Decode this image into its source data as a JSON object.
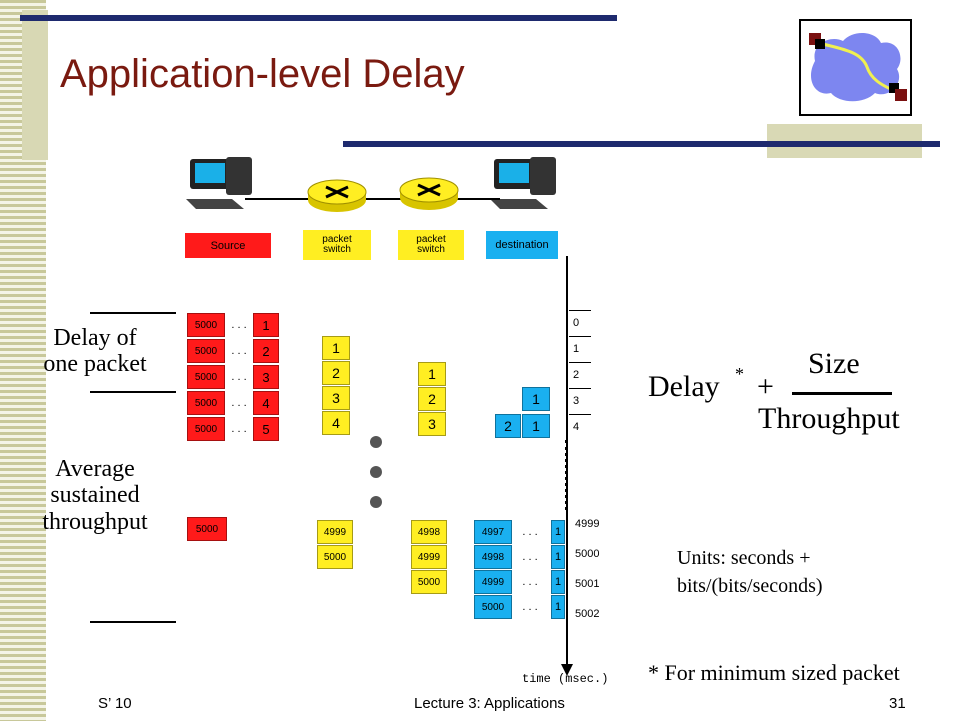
{
  "slide": {
    "title": "Application-level Delay",
    "footer": {
      "left": "S’ 10",
      "center": "Lecture 3: Applications",
      "page": "31"
    }
  },
  "labels": {
    "delay_of_one_packet": [
      "Delay of",
      "one packet"
    ],
    "average_throughput": [
      "Average",
      "sustained",
      "throughput"
    ]
  },
  "formula": {
    "delay": "Delay",
    "star": "*",
    "plus": "+",
    "numerator": "Size",
    "denominator": "Throughput"
  },
  "units_note": [
    "Units: seconds +",
    "bits/(bits/seconds)"
  ],
  "min_packet_note": "* For minimum sized packet",
  "diagram": {
    "nodes": [
      "Source",
      "packet switch",
      "packet switch",
      "destination"
    ],
    "time_axis_label": "time (msec.)",
    "time_ticks_top": [
      "0",
      "1",
      "2",
      "3",
      "4"
    ],
    "time_ticks_bottom": [
      "4999",
      "5000",
      "5001",
      "5002"
    ],
    "source_packets": [
      [
        "5000",
        "1"
      ],
      [
        "5000",
        "2"
      ],
      [
        "5000",
        "3"
      ],
      [
        "5000",
        "4"
      ],
      [
        "5000",
        "5"
      ]
    ],
    "switch1_packets": [
      "1",
      "2",
      "3",
      "4"
    ],
    "switch2_packets": [
      "1",
      "2",
      "3"
    ],
    "dest_packets_top": [
      "1",
      "2",
      "1"
    ],
    "source_late": "5000",
    "switch1_late": [
      "4999",
      "5000"
    ],
    "switch2_late": [
      "4998",
      "4999",
      "5000"
    ],
    "dest_late": [
      [
        "4997",
        "1"
      ],
      [
        "4998",
        "1"
      ],
      [
        "4999",
        "1"
      ],
      [
        "5000",
        "1"
      ]
    ],
    "ellipsis": ". . .",
    "colors": {
      "red": "#ff1a1a",
      "yellow": "#ffee22",
      "blue": "#1ab0f0",
      "title": "#7a1a10"
    }
  }
}
